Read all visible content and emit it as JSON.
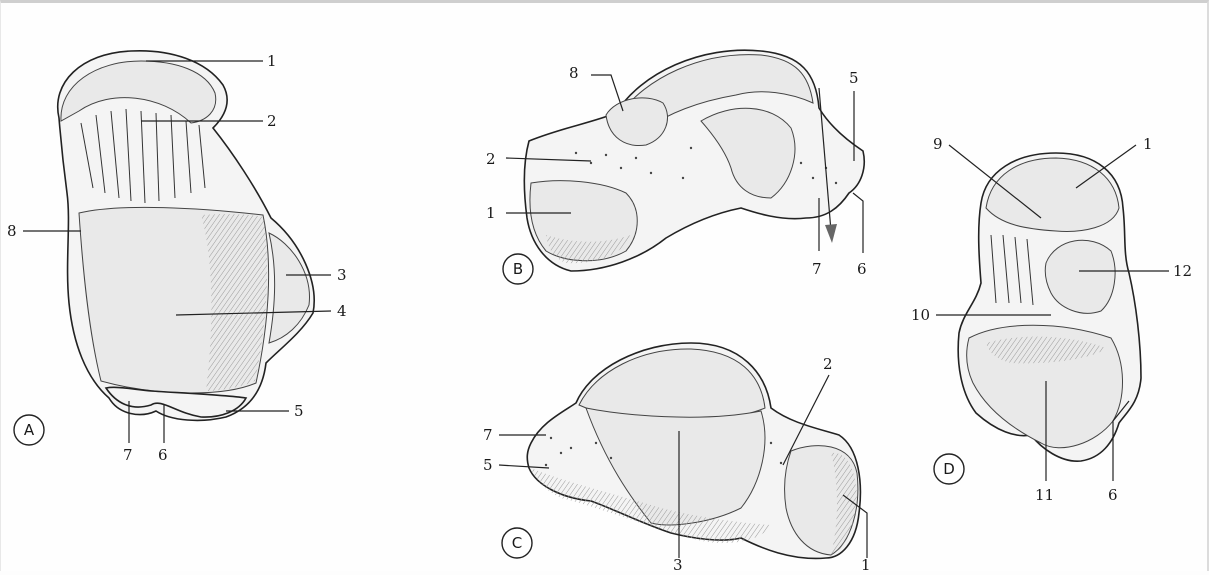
{
  "views": [
    {
      "letter": "A",
      "labels": [
        "1",
        "2",
        "8",
        "3",
        "4",
        "5",
        "7",
        "6"
      ]
    },
    {
      "letter": "B",
      "labels": [
        "8",
        "5",
        "2",
        "1",
        "7",
        "6"
      ]
    },
    {
      "letter": "C",
      "labels": [
        "2",
        "7",
        "5",
        "3",
        "1"
      ]
    },
    {
      "letter": "D",
      "labels": [
        "9",
        "1",
        "12",
        "10",
        "11",
        "6"
      ]
    }
  ]
}
